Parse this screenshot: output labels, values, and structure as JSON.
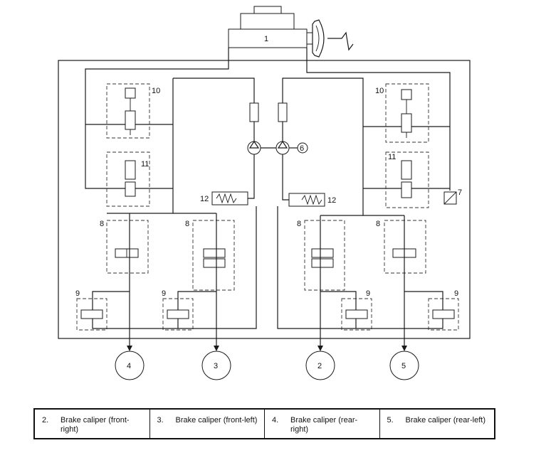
{
  "components": {
    "master_cylinder": "1",
    "pump": "6",
    "sensor": "7",
    "inlet_valve": "8",
    "outlet_valve": "9",
    "switch_valve": "10",
    "high_pressure_valve": "11",
    "accumulator": "12"
  },
  "calipers": {
    "front_right": "2",
    "front_left": "3",
    "rear_right": "4",
    "rear_left": "5"
  },
  "legend": [
    {
      "num": "2.",
      "text": "Brake caliper (front-right)"
    },
    {
      "num": "3.",
      "text": "Brake caliper (front-left)"
    },
    {
      "num": "4.",
      "text": "Brake caliper (rear-right)"
    },
    {
      "num": "5.",
      "text": "Brake caliper (rear-left)"
    }
  ]
}
